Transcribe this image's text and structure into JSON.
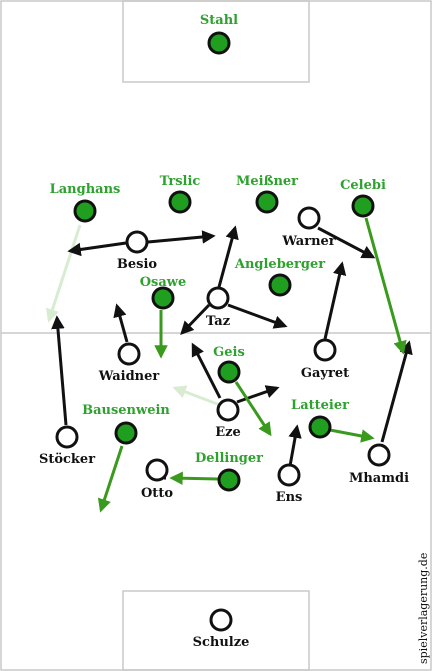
{
  "colors": {
    "green_team": "#1f9e1f",
    "green_label": "#2ea12e",
    "white_team": "#ffffff",
    "arrow_dark": "#111111",
    "arrow_green": "#3a9a1e",
    "arrow_light": "#d8ecd2",
    "pitch_line": "#c8c8c8"
  },
  "green_players": [
    {
      "id": "stahl",
      "name": "Stahl"
    },
    {
      "id": "langhans",
      "name": "Langhans"
    },
    {
      "id": "trslic",
      "name": "Trslic"
    },
    {
      "id": "meissner",
      "name": "Meißner"
    },
    {
      "id": "celebi",
      "name": "Celebi"
    },
    {
      "id": "angleberger",
      "name": "Angleberger"
    },
    {
      "id": "osawe",
      "name": "Osawe"
    },
    {
      "id": "geis",
      "name": "Geis"
    },
    {
      "id": "bausenwein",
      "name": "Bausenwein"
    },
    {
      "id": "latteier",
      "name": "Latteier"
    },
    {
      "id": "dellinger",
      "name": "Dellinger"
    }
  ],
  "white_players": [
    {
      "id": "warner",
      "name": "Warner"
    },
    {
      "id": "besio",
      "name": "Besio"
    },
    {
      "id": "taz",
      "name": "Taz"
    },
    {
      "id": "waidner",
      "name": "Waidner"
    },
    {
      "id": "gayret",
      "name": "Gayret"
    },
    {
      "id": "eze",
      "name": "Eze"
    },
    {
      "id": "stocker",
      "name": "Stöcker"
    },
    {
      "id": "mhamdi",
      "name": "Mhamdi"
    },
    {
      "id": "otto",
      "name": "Otto"
    },
    {
      "id": "ens",
      "name": "Ens"
    },
    {
      "id": "schulze",
      "name": "Schulze"
    }
  ],
  "watermark": "spielverlagerung.de"
}
